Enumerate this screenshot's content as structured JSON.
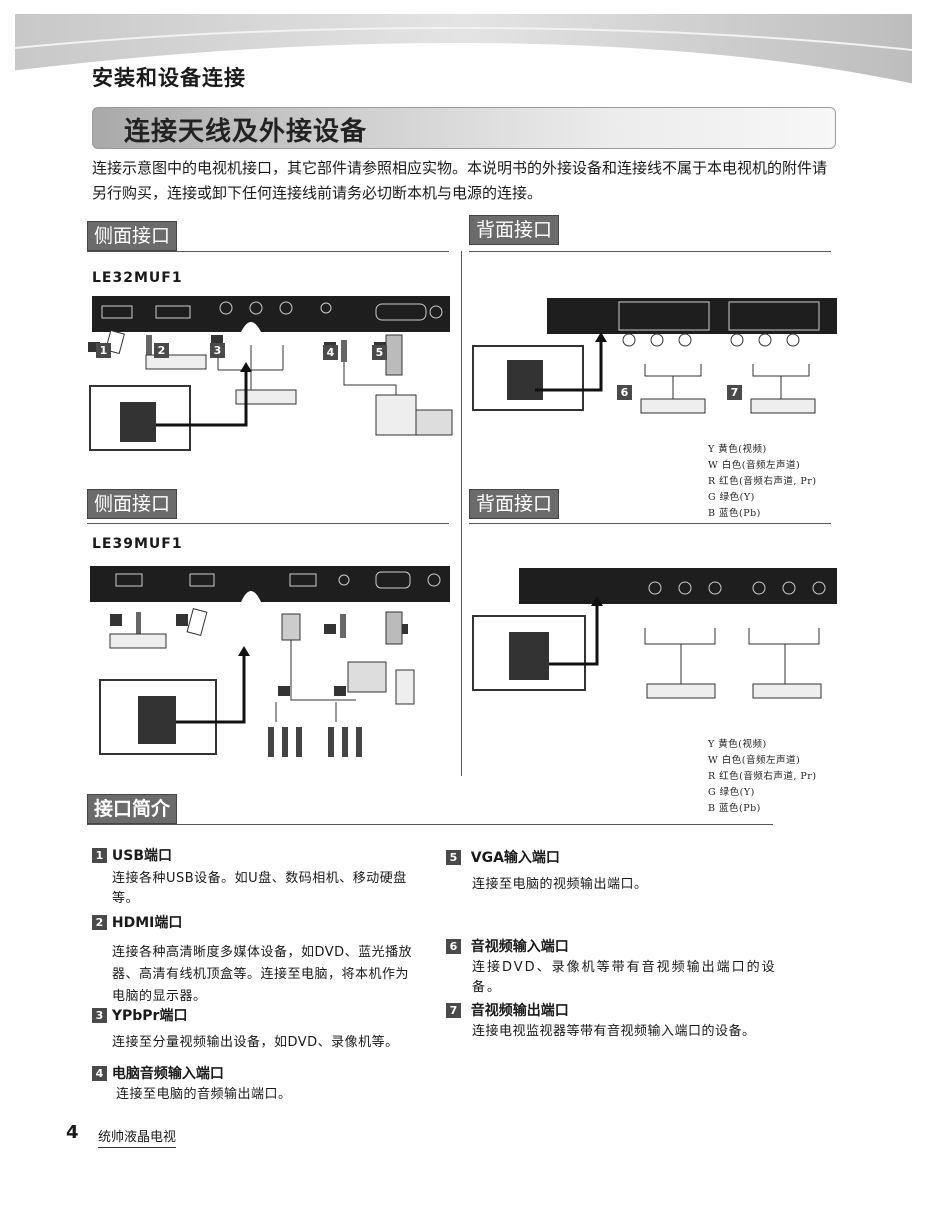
{
  "page": {
    "section_title": "安装和设备连接",
    "banner_title": "连接天线及外接设备",
    "intro": "连接示意图中的电视机接口，其它部件请参照相应实物。本说明书的外接设备和连接线不属于本电视机的附件请另行购买，连接或卸下任何连接线前请务必切断本机与电源的连接。"
  },
  "tags": {
    "side_1": "侧面接口",
    "back_1": "背面接口",
    "side_2": "侧面接口",
    "back_2": "背面接口",
    "ports": "接口简介"
  },
  "models": {
    "model_1": "LE32MUF1",
    "model_2": "LE39MUF1"
  },
  "legend_1": [
    "Y 黄色(视频)",
    "W 白色(音频左声道)",
    "R 红色(音频右声道, Pr)",
    "G 绿色(Y)",
    "B 蓝色(Pb)"
  ],
  "legend_2": [
    "Y 黄色(视频)",
    "W 白色(音频左声道)",
    "R 红色(音频右声道, Pr)",
    "G 绿色(Y)",
    "B 蓝色(Pb)"
  ],
  "diagram_badges": [
    "1",
    "2",
    "3",
    "4",
    "5",
    "6",
    "7"
  ],
  "ports": [
    {
      "num": "1",
      "title": "USB端口",
      "text": "连接各种USB设备。如U盘、数码相机、移动硬盘等。"
    },
    {
      "num": "2",
      "title": "HDMI端口",
      "text": "连接各种高清晰度多媒体设备，如DVD、蓝光播放器、高清有线机顶盒等。连接至电脑，将本机作为电脑的显示器。"
    },
    {
      "num": "3",
      "title": "YPbPr端口",
      "text": "连接至分量视频输出设备，如DVD、录像机等。"
    },
    {
      "num": "4",
      "title": "电脑音频输入端口",
      "text": "连接至电脑的音频输出端口。"
    },
    {
      "num": "5",
      "title": "VGA输入端口",
      "text": "连接至电脑的视频输出端口。"
    },
    {
      "num": "6",
      "title": "音视频输入端口",
      "text": "连接DVD、录像机等带有音视频输出端口的设备。"
    },
    {
      "num": "7",
      "title": "音视频输出端口",
      "text": "连接电视监视器等带有音视频输入端口的设备。"
    }
  ],
  "footer": {
    "page_number": "4",
    "brand": "统帅液晶电视"
  }
}
